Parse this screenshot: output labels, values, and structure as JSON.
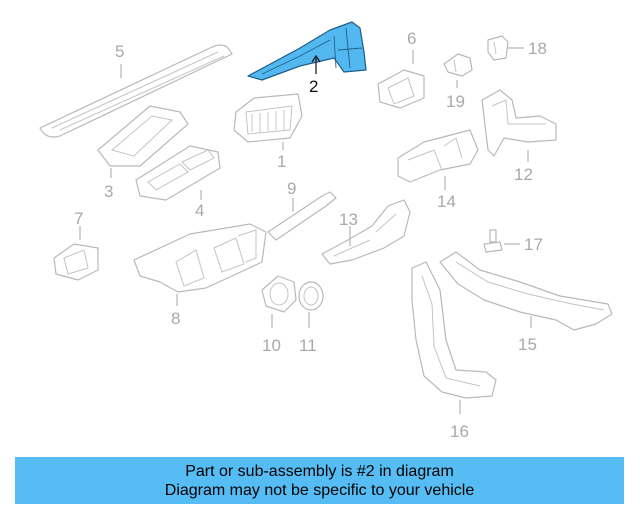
{
  "diagram": {
    "highlight_color": "#55bdf4",
    "callouts": [
      "1",
      "2",
      "3",
      "4",
      "5",
      "6",
      "7",
      "8",
      "9",
      "10",
      "11",
      "12",
      "13",
      "14",
      "15",
      "16",
      "17",
      "18",
      "19"
    ],
    "highlighted_callout": "2"
  },
  "banner": {
    "line1": "Part or sub-assembly is #2 in diagram",
    "line2": "Diagram may not be specific to your vehicle",
    "color": "#55bdf4"
  }
}
